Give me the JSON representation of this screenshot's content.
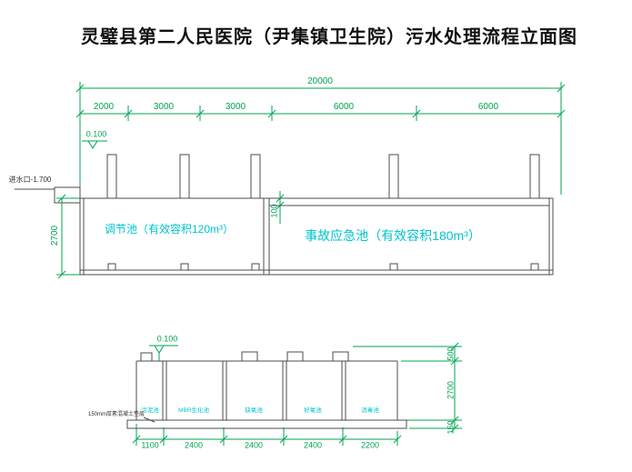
{
  "title": "灵璧县第二人民医院（尹集镇卫生院）污水处理流程立面图",
  "colors": {
    "dimension": "#00a651",
    "tank_label": "#00c4cc",
    "line": "#4d4d4d"
  },
  "upper_view": {
    "overall_dim": "20000",
    "segment_dims": [
      "2000",
      "3000",
      "3000",
      "6000",
      "6000"
    ],
    "elevation_mark": "0.100",
    "inlet_label": "进水口-1.700",
    "depth_dim": "2700",
    "freeboard_dim": "100",
    "tank_labels": [
      "调节池（有效容积120m³）",
      "事故应急池（有效容积180m³）"
    ]
  },
  "lower_view": {
    "elevation_mark": "0.100",
    "compartment_labels": [
      "污泥池",
      "MBR生化池",
      "缺氧池",
      "好氧池",
      "消毒池"
    ],
    "base_note": "150mm厚素混凝土垫层",
    "bottom_dims": [
      "1100",
      "2400",
      "2400",
      "2400",
      "2200"
    ],
    "right_dims": [
      "500",
      "2700",
      "150"
    ]
  }
}
